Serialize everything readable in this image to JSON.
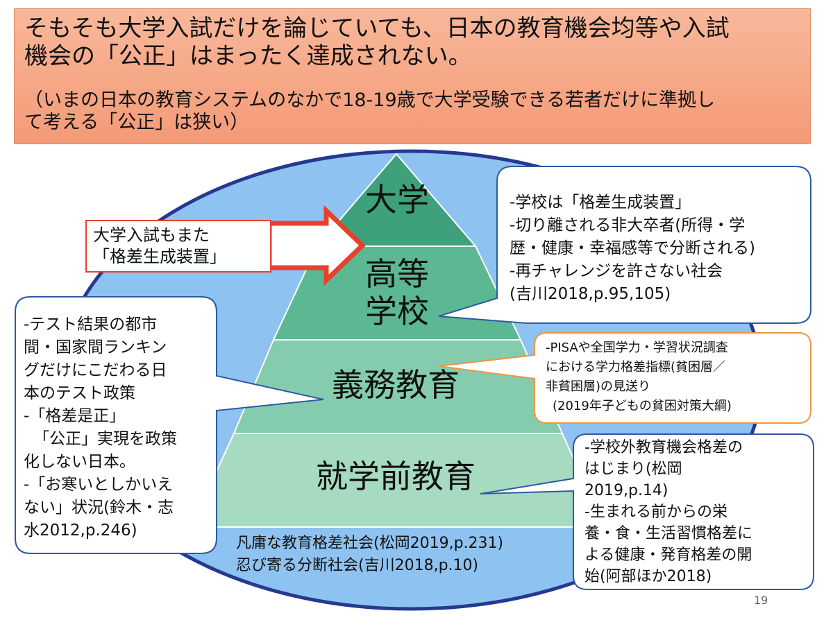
{
  "header": {
    "title_lines": [
      "そもそも大学入試だけを論じていても、日本の教育機会均等や入試",
      "機会の「公正」はまったく達成されない。"
    ],
    "sub_lines": [
      "（いまの日本の教育システムのなかで18-19歳で大学受験できる若者だけに準拠し",
      "て考える「公正」は狭い）"
    ]
  },
  "pyramid": {
    "tier1": [
      "大学"
    ],
    "tier2": [
      "高等",
      "学校"
    ],
    "tier3": [
      "義務教育"
    ],
    "tier4": [
      "就学前教育"
    ]
  },
  "arrow_box": {
    "lines": [
      "大学入試もまた",
      "「格差生成装置」"
    ]
  },
  "callout_top_right": {
    "lines": [
      "-学校は「格差生成装置」",
      "-切り離される非大卒者(所得・学",
      "歴・健康・幸福感等で分断される)",
      "-再チャレンジを許さない社会",
      "(吉川2018,p.95,105)"
    ]
  },
  "callout_left": {
    "lines": [
      "-テスト結果の都市",
      "間・国家間ランキン",
      "グだけにこだわる日",
      "本のテスト政策",
      "-「格差是正」",
      "「公正」実現を政策",
      "化しない日本。",
      "-「お寒いとしかいえ",
      "ない」状況(鈴木・志",
      "水2012,p.246)"
    ]
  },
  "callout_mid_right": {
    "lines": [
      "-PISAや全国学力・学習状況調査",
      "における学力格差指標(貧困層／",
      "非貧困層)の見送り",
      "(2019年子どもの貧困対策大綱)"
    ]
  },
  "callout_bottom_right": {
    "lines": [
      "-学校外教育機会格差の",
      "はじまり(松岡",
      "2019,p.14)",
      "-生まれる前からの栄",
      "養・食・生活習慣格差に",
      "よる健康・発育格差の開",
      "始(阿部ほか2018)"
    ]
  },
  "bottom_caption": {
    "lines": [
      "凡庸な教育格差社会(松岡2019,p.231)",
      "忍び寄る分断社会(吉川2018,p.10)"
    ]
  },
  "page_number": "19",
  "colors": {
    "header_bg": "#f49a77",
    "ellipse_fill": "#8ec2f0",
    "ellipse_stroke": "#24398f",
    "tier1": "#3fa07c",
    "tier2": "#5bb893",
    "tier3": "#84ccad",
    "tier4": "#a6dbc2",
    "arrow_red": "#e8402c",
    "callout_orange_border": "#ef9640"
  }
}
